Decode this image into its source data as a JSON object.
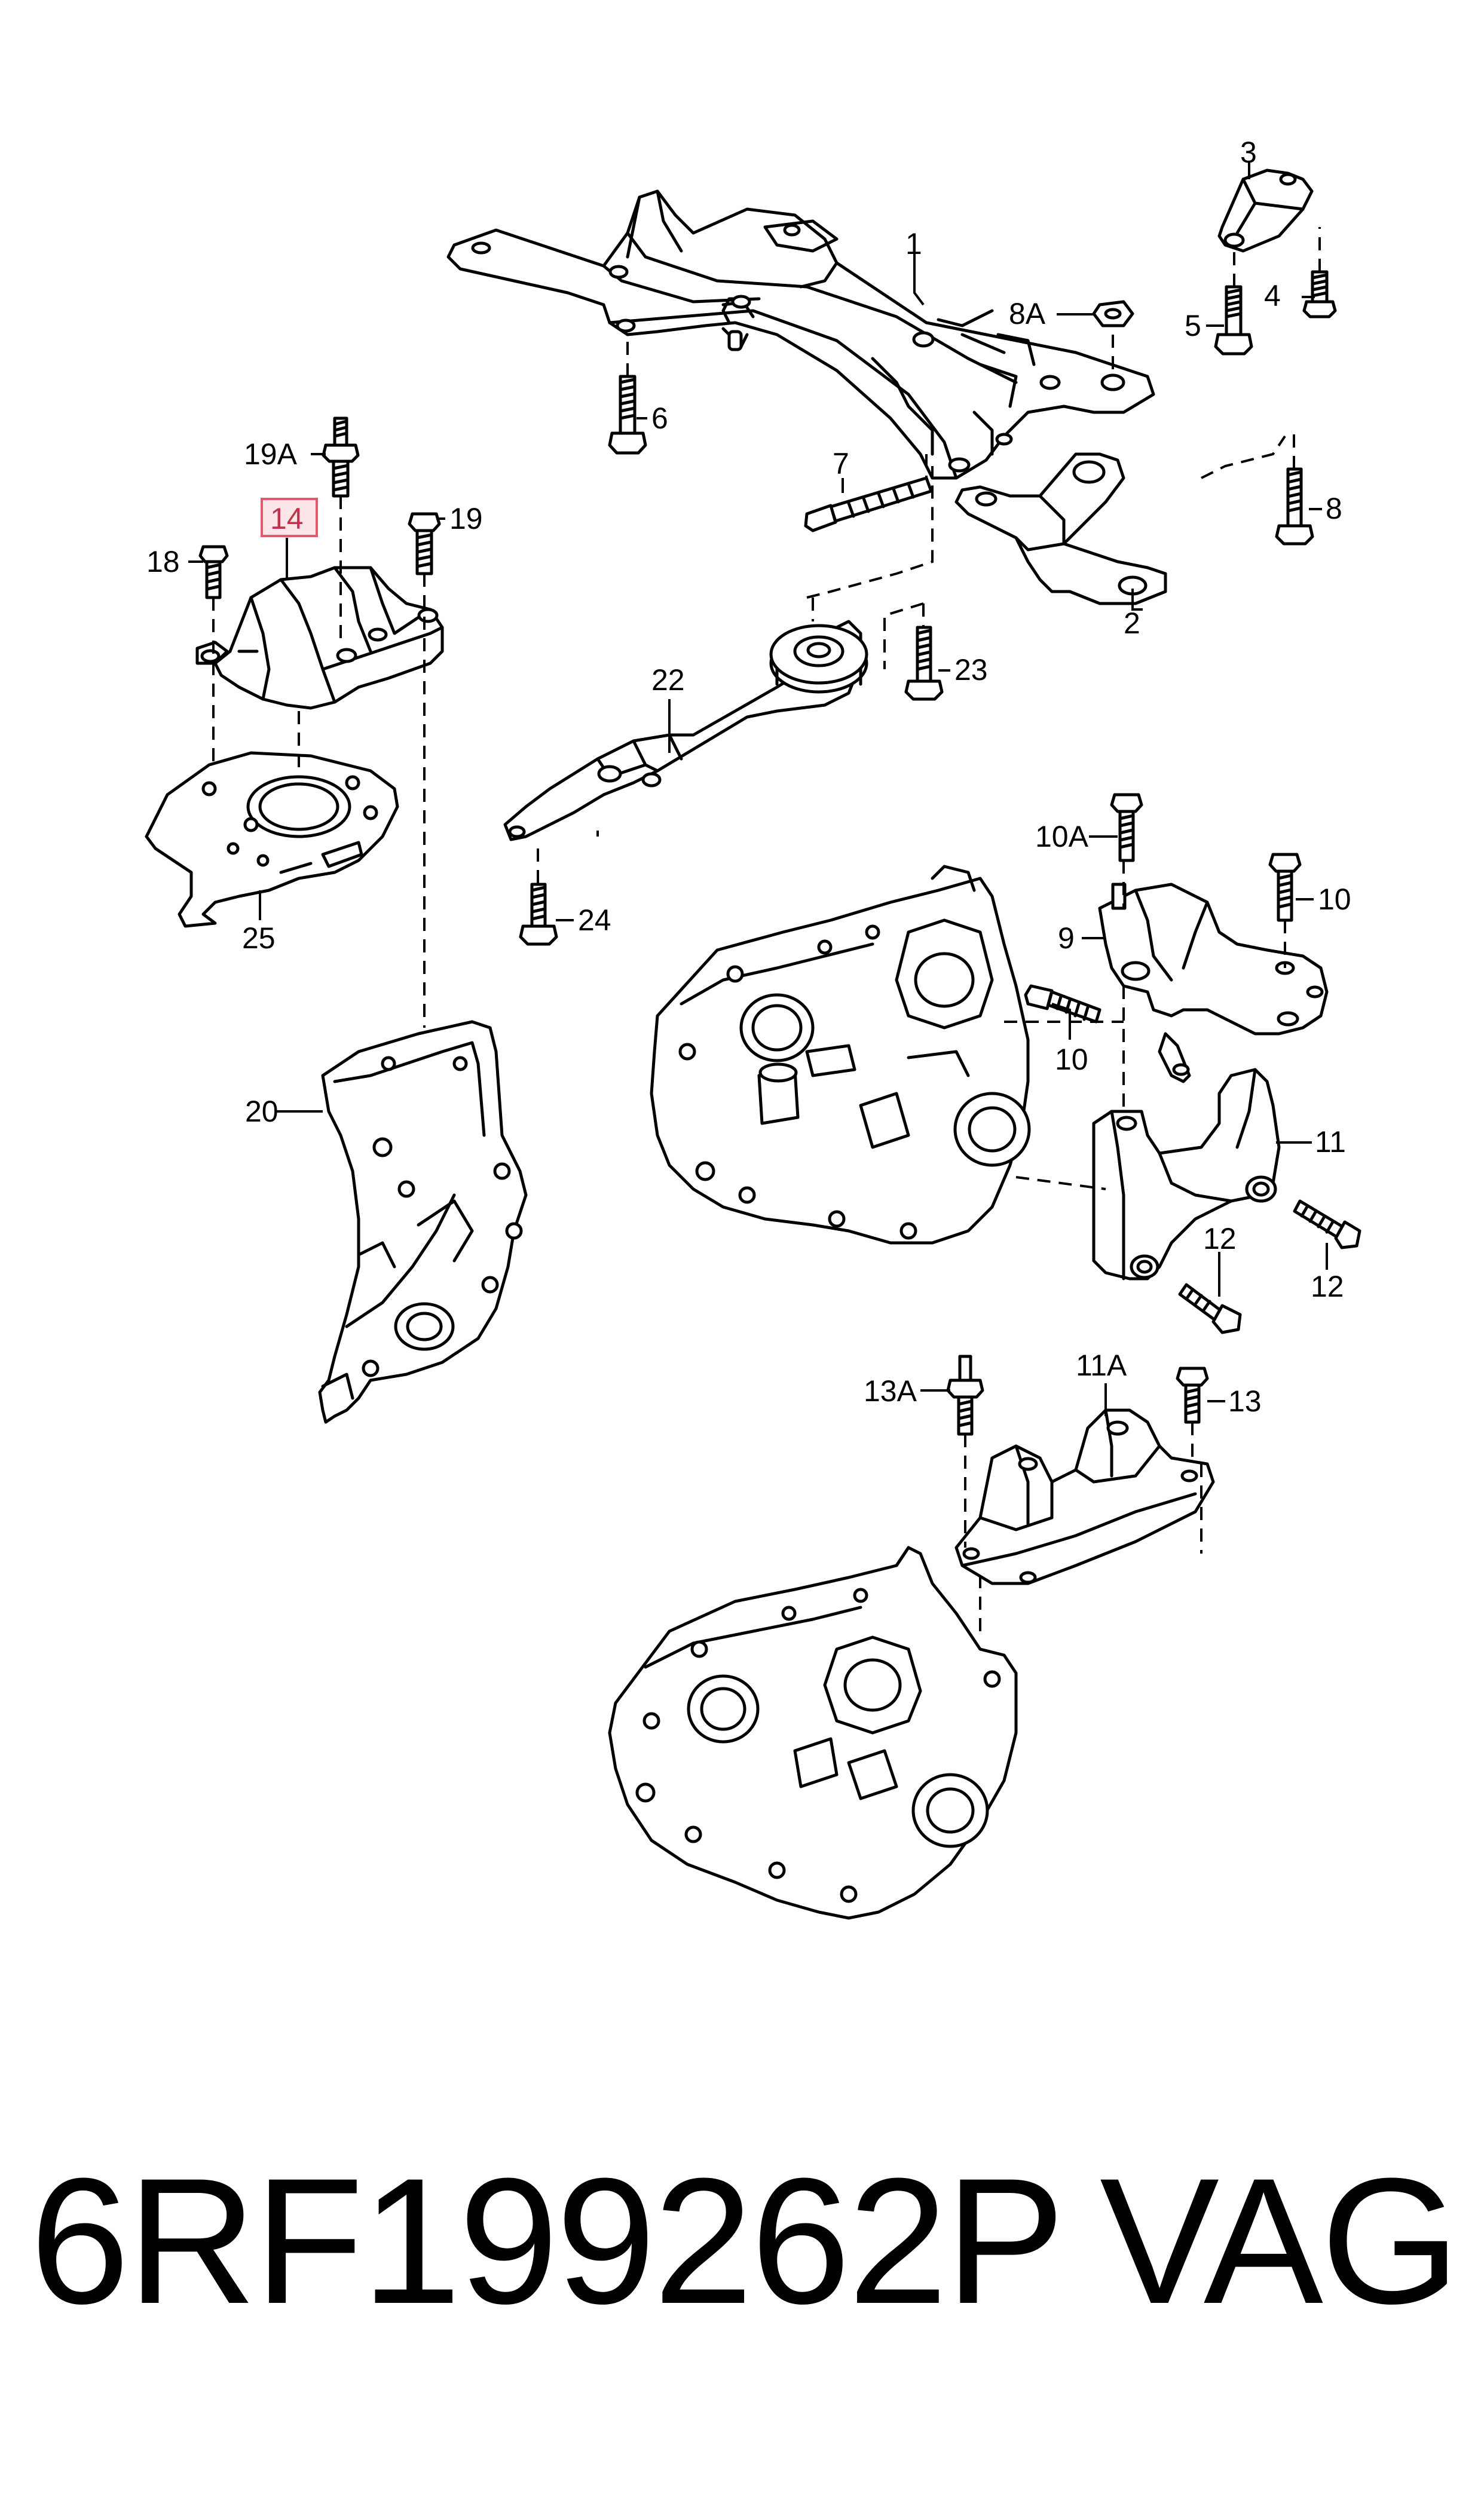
{
  "diagram": {
    "callouts": [
      {
        "id": "c1",
        "text": "1"
      },
      {
        "id": "c2",
        "text": "2"
      },
      {
        "id": "c3",
        "text": "3"
      },
      {
        "id": "c4",
        "text": "4"
      },
      {
        "id": "c5",
        "text": "5"
      },
      {
        "id": "c6",
        "text": "6"
      },
      {
        "id": "c7",
        "text": "7"
      },
      {
        "id": "c8",
        "text": "8"
      },
      {
        "id": "c8a",
        "text": "8A"
      },
      {
        "id": "c9",
        "text": "9"
      },
      {
        "id": "c10a",
        "text": "10A"
      },
      {
        "id": "c10b",
        "text": "10"
      },
      {
        "id": "c10c",
        "text": "10"
      },
      {
        "id": "c11",
        "text": "11"
      },
      {
        "id": "c11a",
        "text": "11A"
      },
      {
        "id": "c12a",
        "text": "12"
      },
      {
        "id": "c12b",
        "text": "12"
      },
      {
        "id": "c13",
        "text": "13"
      },
      {
        "id": "c13a",
        "text": "13A"
      },
      {
        "id": "c14",
        "text": "14",
        "highlighted": true
      },
      {
        "id": "c18",
        "text": "18"
      },
      {
        "id": "c19",
        "text": "19"
      },
      {
        "id": "c19a",
        "text": "19A"
      },
      {
        "id": "c20",
        "text": "20"
      },
      {
        "id": "c22",
        "text": "22"
      },
      {
        "id": "c23",
        "text": "23"
      },
      {
        "id": "c24",
        "text": "24"
      },
      {
        "id": "c25",
        "text": "25"
      }
    ],
    "highlight_color": "#e05a6e",
    "line_color": "#000000"
  },
  "footer": {
    "part_number": "6RF199262P",
    "brand": "VAG"
  }
}
